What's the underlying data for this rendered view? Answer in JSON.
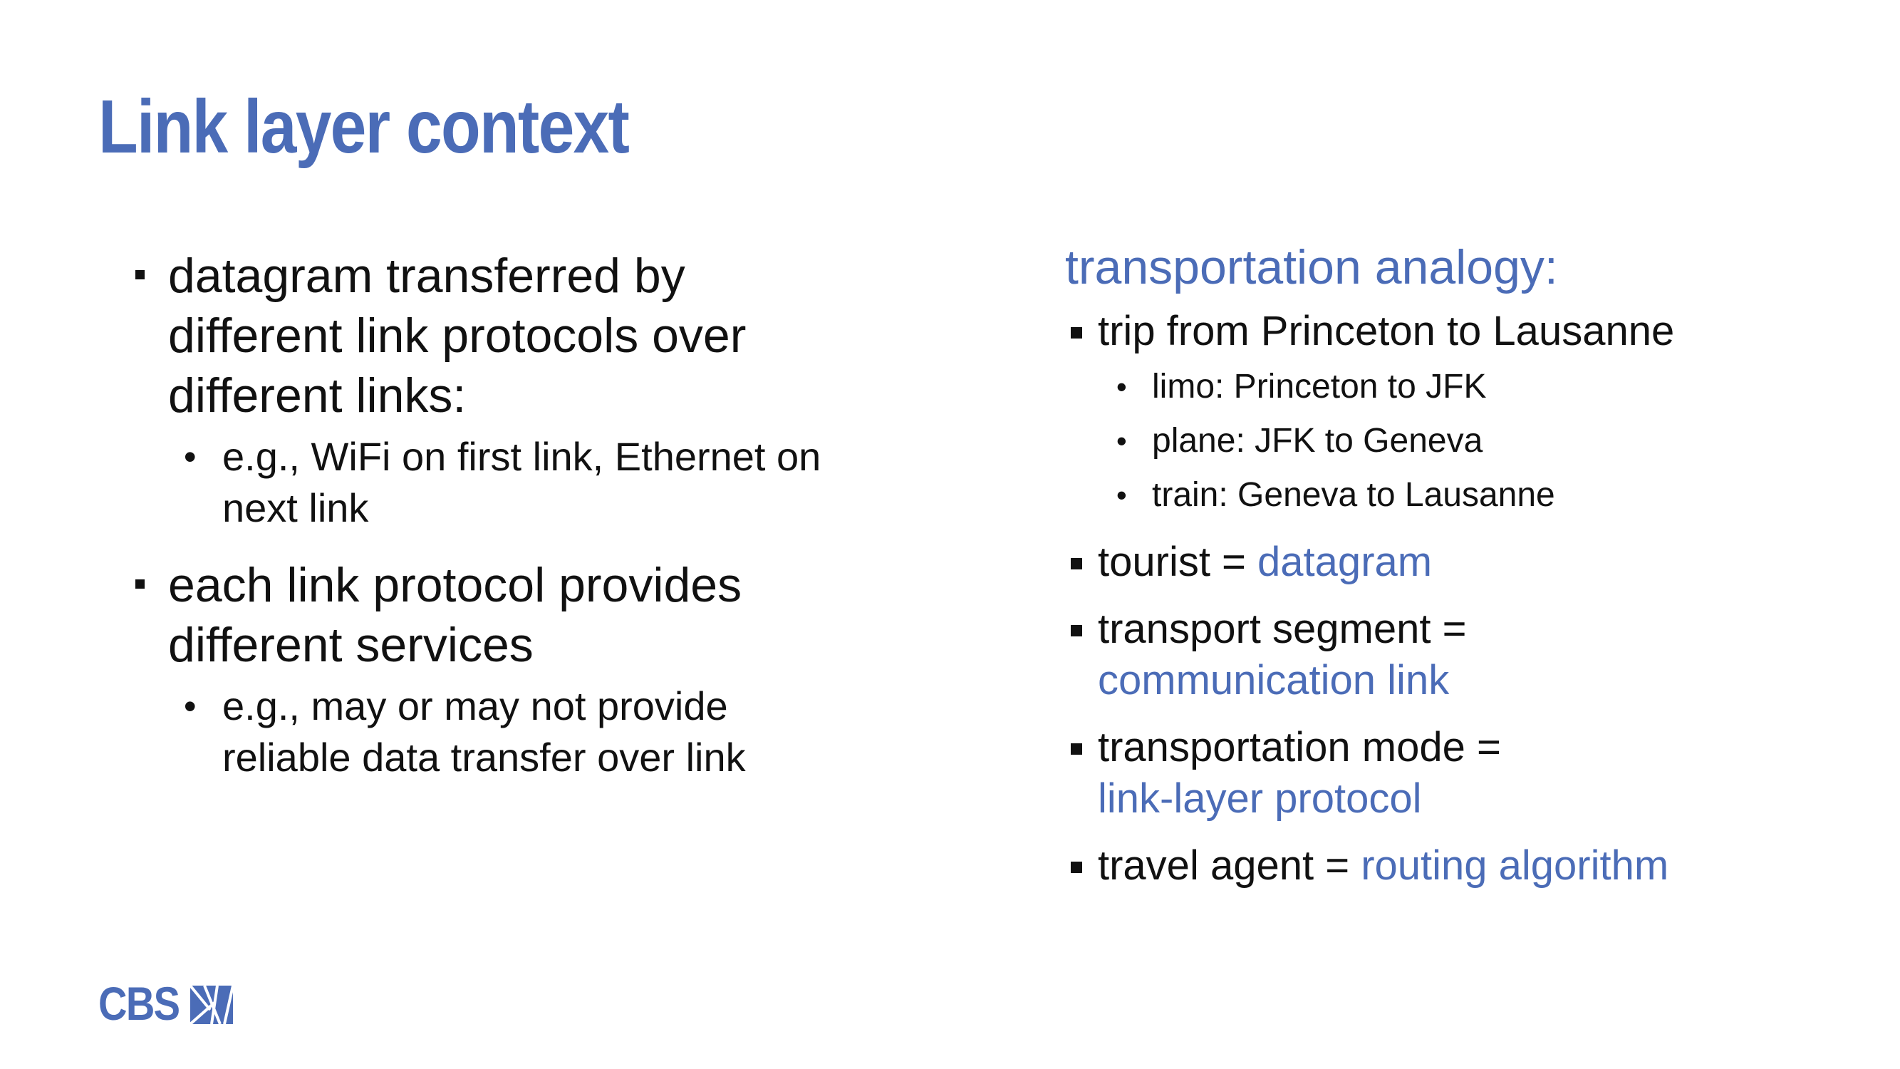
{
  "title": "Link layer context",
  "left": {
    "b1": "datagram transferred by different link protocols over different links:",
    "b1_sub": "e.g., WiFi on first link, Ethernet on next link",
    "b2": "each link protocol provides different services",
    "b2_sub": "e.g., may or may not provide reliable data transfer over link"
  },
  "right": {
    "heading": "transportation analogy:",
    "trip": "trip from Princeton to Lausanne",
    "legs": [
      "limo: Princeton to JFK",
      "plane: JFK to Geneva",
      "train: Geneva to Lausanne"
    ],
    "tourist": {
      "prefix": "tourist = ",
      "value": "datagram"
    },
    "segment": {
      "prefix": "transport segment = ",
      "value": "communication link"
    },
    "mode": {
      "prefix": "transportation mode = ",
      "value": "link-layer protocol"
    },
    "agent": {
      "prefix": "travel agent = ",
      "value": "routing algorithm"
    }
  },
  "logo": {
    "text": "CBS",
    "icon": "cbs-logo-icon"
  },
  "colors": {
    "accent": "#4b6cb7",
    "text": "#111111"
  }
}
